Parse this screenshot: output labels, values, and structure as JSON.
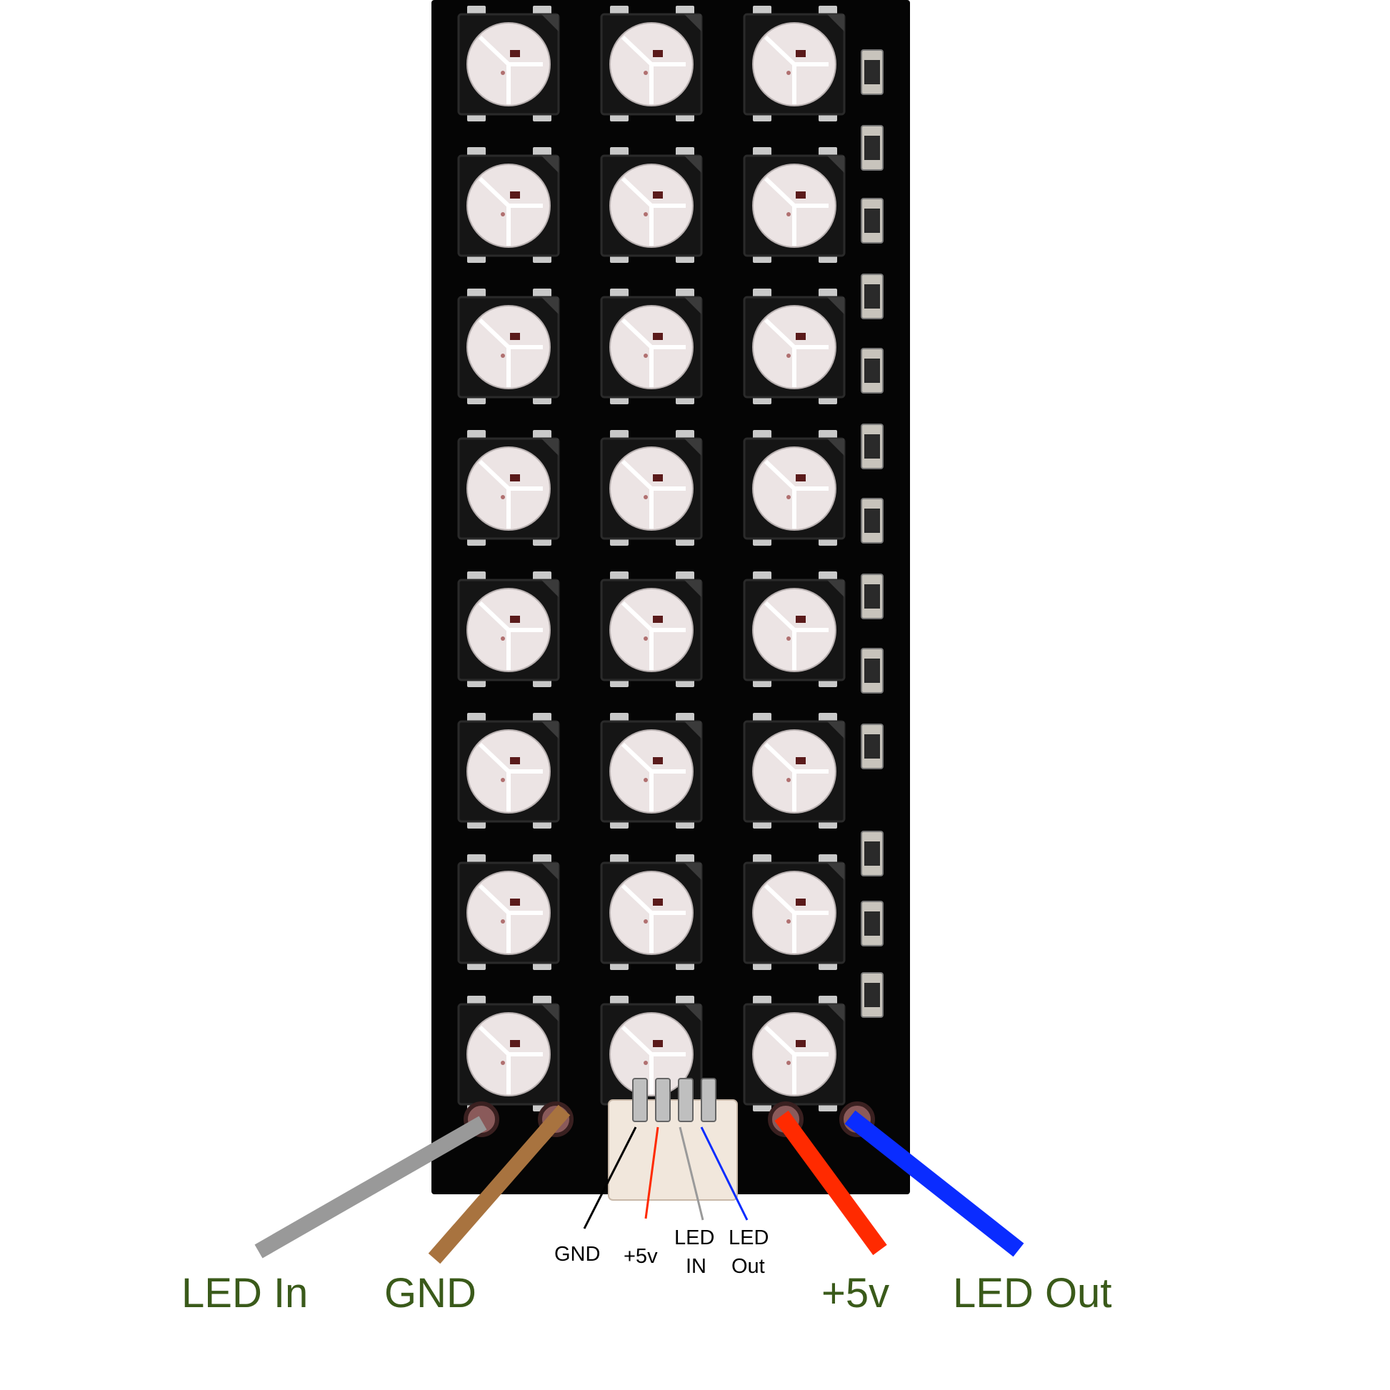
{
  "board": {
    "rows": 8,
    "cols": 3,
    "colors": {
      "pcb": "#050505",
      "led_body": "#151515",
      "led_lens": "#ece4e4",
      "led_lens_edge": "#b8b0b0",
      "led_chip": "#5a1a1a",
      "pad": "#c9c9c9",
      "resistor": "#c8c4bc",
      "via_ring": "#8a5a5a",
      "connector": "#f1e7dc",
      "pin": "#bfbfbf"
    }
  },
  "wires": {
    "led_in_color": "#999999",
    "gnd_color": "#a8733f",
    "plus5v_color": "#ff2a00",
    "led_out_color": "#0a2cff",
    "thin_gnd_color": "#000000",
    "thin_plus5v_color": "#ff2a00",
    "thin_led_in_color": "#9a9a9a",
    "thin_led_out_color": "#0a2cff"
  },
  "labels": {
    "color": "#3a5a1a",
    "led_in": "LED In",
    "gnd": "GND",
    "plus5v": "+5v",
    "led_out": "LED Out",
    "conn_gnd": "GND",
    "conn_plus5v": "+5v",
    "conn_led_in_1": "LED",
    "conn_led_in_2": "IN",
    "conn_led_out_1": "LED",
    "conn_led_out_2": "Out"
  }
}
